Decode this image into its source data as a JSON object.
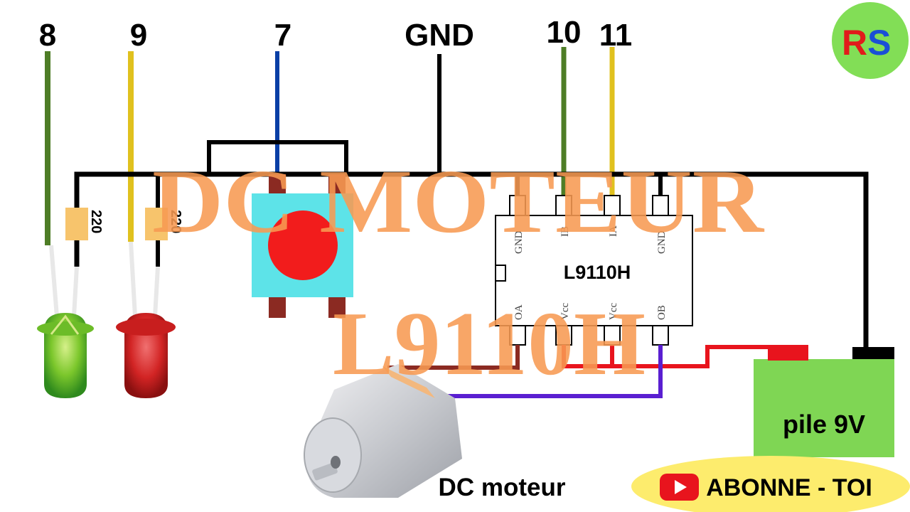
{
  "pins": {
    "led_green": "8",
    "led_red": "9",
    "button": "7",
    "ground": "GND",
    "in_b": "10",
    "in_a": "11"
  },
  "resistors": [
    "220",
    "220"
  ],
  "chip": {
    "name": "L9110H",
    "top_pins": [
      "GND",
      "IB",
      "IA",
      "GND"
    ],
    "bottom_pins": [
      "OA",
      "Vcc",
      "Vcc",
      "OB"
    ]
  },
  "battery_label": "pile 9V",
  "motor_label": "DC moteur",
  "logo_text": "RS",
  "subscribe_label": "ABONNE - TOI",
  "overlay_title": {
    "line1": "DC MOTEUR",
    "line2": "L9110H"
  },
  "colors": {
    "wire_black": "#000000",
    "wire_green": "#4e7d26",
    "wire_yellow": "#e0c11e",
    "wire_blue": "#0a3fa6",
    "wire_red": "#e8141d",
    "wire_purple": "#5a1fd1",
    "wire_brown": "#8b2a22",
    "resistor": "#f7c46c",
    "button_body": "#5de3e8",
    "button_cap": "#f21c1c",
    "battery": "#7fd654",
    "logo_bg": "#82de56",
    "subscribe_bg": "#fdec6d",
    "overlay_text": "#f79a52"
  }
}
